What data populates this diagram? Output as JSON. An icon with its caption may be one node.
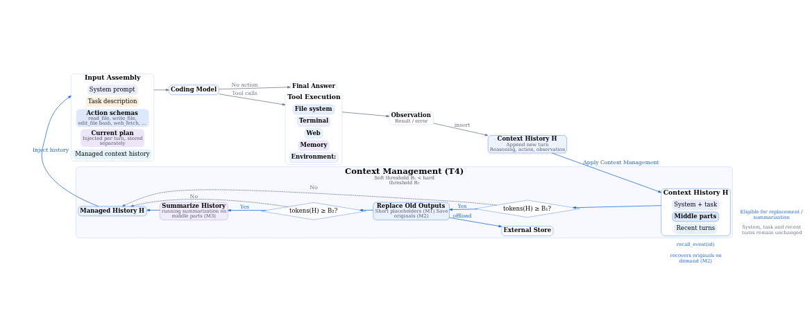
{
  "diagram": {
    "nodes": [
      {
        "text": [
          "Input Assembly"
        ]
      },
      {
        "text": [
          "System prompt"
        ],
        "in": 0
      },
      {
        "text": [
          "Task description"
        ],
        "in": 0
      },
      {
        "text": [
          "Action schemas",
          "read_file, write_file, edit_file bash, web_fetch, ..."
        ],
        "in": 0
      },
      {
        "text": [
          "Current plan",
          "Injected per turn, stored separately"
        ],
        "in": 0
      },
      {
        "text": [
          "Managed context history"
        ],
        "in": 0
      },
      {
        "text": [
          "Coding Model"
        ]
      },
      {
        "text": [
          "Final Answer"
        ]
      },
      {
        "text": [
          "Tool Execution"
        ]
      },
      {
        "text": [
          "File system"
        ],
        "in": 8
      },
      {
        "text": [
          "Terminal"
        ],
        "in": 8
      },
      {
        "text": [
          "Web"
        ],
        "in": 8
      },
      {
        "text": [
          "Memory"
        ],
        "in": 8
      },
      {
        "text": [
          "Environment:"
        ],
        "in": 8
      },
      {
        "text": [
          "Observation",
          "Result / error"
        ]
      },
      {
        "text": [
          "Context History H",
          "Append new turn",
          "Reasoning, action, observation"
        ]
      },
      {
        "text": [
          "Context Management (T4)",
          "Soft threshold B₁ < hard threshold B₂"
        ]
      },
      {
        "text": [
          "Managed History H"
        ],
        "in": 16
      },
      {
        "text": [
          "Summarize History",
          "running summarization on middle parts (M3)"
        ],
        "in": 16
      },
      {
        "text": [
          "tokens(H) ≥ B₂?"
        ],
        "in": 16
      },
      {
        "text": [
          "Replace Old Outputs",
          "Short placeholders (M1) Save originals (M2)"
        ],
        "in": 16
      },
      {
        "text": [
          "tokens(H) ≥ B₁?"
        ],
        "in": 16
      },
      {
        "text": [
          "Context History H"
        ],
        "in": 16
      },
      {
        "text": [
          "System + task"
        ],
        "in": 22
      },
      {
        "text": [
          "Middle parts"
        ],
        "in": 22
      },
      {
        "text": [
          "Recent turns"
        ],
        "in": 22
      },
      {
        "text": [
          "External Store"
        ],
        "in": 16
      }
    ],
    "edges": [
      {
        "from": 0,
        "to": 6,
        "arrow": "to"
      },
      {
        "from": 6,
        "to": 8,
        "arrow": "to",
        "label": "Tool calls"
      },
      {
        "from": 6,
        "to": 7,
        "arrow": "to",
        "label": "No action"
      },
      {
        "from": 8,
        "to": 14,
        "arrow": "to"
      },
      {
        "from": 14,
        "to": 15,
        "arrow": "to",
        "label": "insert"
      },
      {
        "from": 15,
        "to": 22,
        "arrow": "to",
        "label": "Apply Context Management"
      },
      {
        "from": 22,
        "to": 21,
        "arrow": "to"
      },
      {
        "from": 21,
        "to": 20,
        "arrow": "to",
        "label": "Yes"
      },
      {
        "from": 21,
        "to": 17,
        "arrow": "to",
        "label": "No",
        "style": "dashed",
        "color": "#6b7689"
      },
      {
        "from": 20,
        "to": 19,
        "arrow": "to"
      },
      {
        "from": 19,
        "to": 18,
        "arrow": "to",
        "label": "Yes"
      },
      {
        "from": 19,
        "to": 17,
        "arrow": "to",
        "label": "No",
        "style": "dashed",
        "color": "#6b7689"
      },
      {
        "from": 18,
        "to": 17,
        "arrow": "to"
      },
      {
        "from": 20,
        "to": 26,
        "arrow": "to",
        "label": "offload"
      },
      {
        "from": 17,
        "to": 0,
        "arrow": "to",
        "label": "Inject history"
      }
    ],
    "labels": [
      "Eligible for replacement / summarization",
      "System, task and recent turns remain unchanged",
      "recall_event(id)",
      "recovers originals on demand (M2)"
    ]
  }
}
